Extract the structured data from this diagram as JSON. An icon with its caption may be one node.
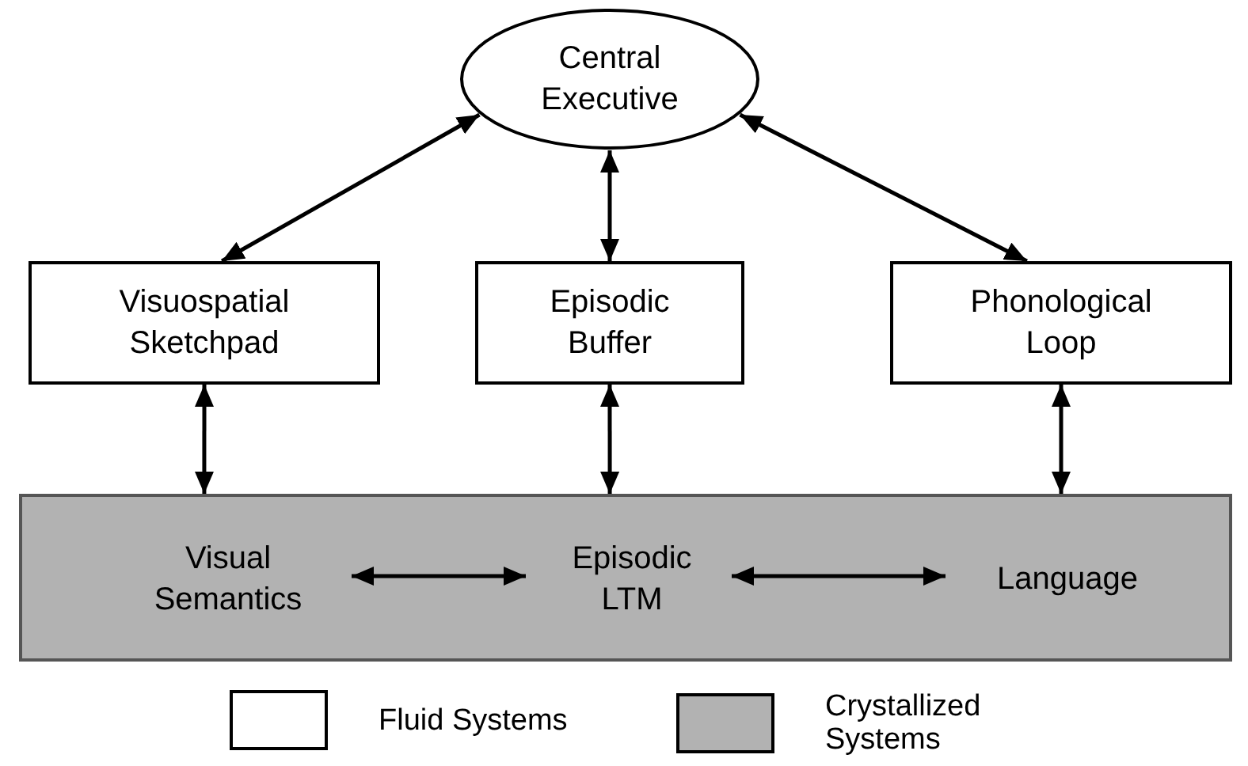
{
  "diagram": {
    "nodes": [
      {
        "text": [
          "Central Executive"
        ]
      },
      {
        "text": [
          "Visuospatial Sketchpad"
        ]
      },
      {
        "text": [
          "Episodic Buffer"
        ]
      },
      {
        "text": [
          "Phonological Loop"
        ]
      },
      {
        "text": [],
        "shape": "box"
      },
      {
        "text": [
          "Visual Semantics"
        ],
        "in": 4
      },
      {
        "text": [
          "Episodic LTM"
        ],
        "in": 4
      },
      {
        "text": [
          "Language"
        ],
        "in": 4
      }
    ],
    "edges": [
      {
        "from": 0,
        "to": 1,
        "arrow": "both"
      },
      {
        "from": 0,
        "to": 2,
        "arrow": "both"
      },
      {
        "from": 0,
        "to": 3,
        "arrow": "both"
      },
      {
        "from": 1,
        "to": 4,
        "arrow": "both"
      },
      {
        "from": 2,
        "to": 4,
        "arrow": "both"
      },
      {
        "from": 3,
        "to": 4,
        "arrow": "both"
      },
      {
        "from": 5,
        "to": 6,
        "arrow": "both"
      },
      {
        "from": 6,
        "to": 7,
        "arrow": "both"
      }
    ],
    "legend": [
      {
        "text": "Fluid Systems",
        "color": "#ffffff"
      },
      {
        "text": "Crystallized Systems",
        "color": "#b2b2b2"
      }
    ]
  }
}
